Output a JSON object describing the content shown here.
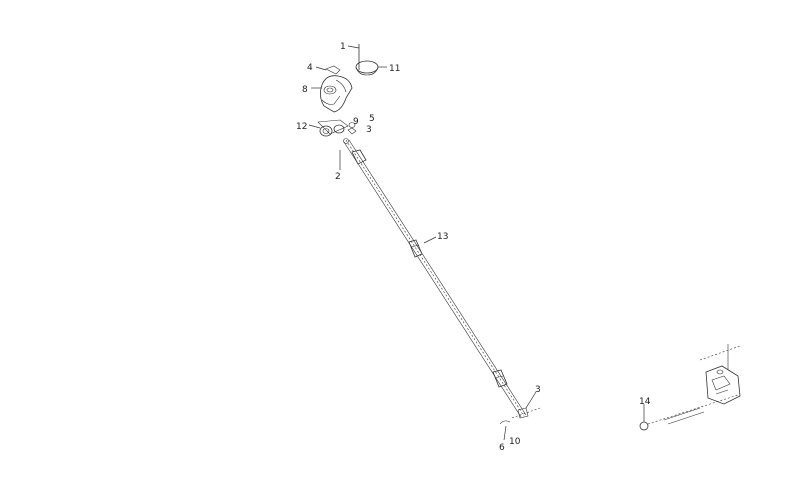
{
  "diagram": {
    "callouts": {
      "c1": "1",
      "c11": "11",
      "c4": "4",
      "c8": "8",
      "c5a": "5",
      "c9": "9",
      "c3a": "3",
      "c12": "12",
      "c2": "2",
      "c13": "13",
      "c3b": "3",
      "c6": "6",
      "c10": "10",
      "c14": "14"
    },
    "colors": {
      "line": "#333333",
      "background": "#ffffff"
    }
  }
}
